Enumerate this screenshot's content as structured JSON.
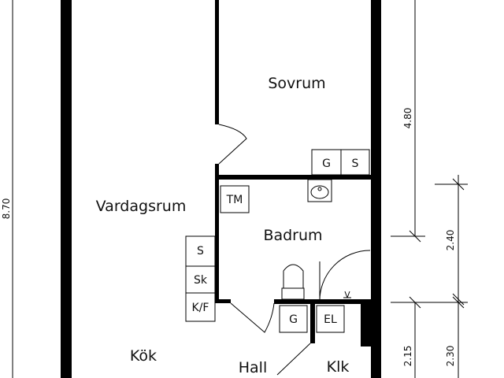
{
  "rooms": {
    "bedroom": "Sovrum",
    "living_room": "Vardagsrum",
    "bathroom": "Badrum",
    "kitchen": "Kök",
    "hall": "Hall",
    "closet": "Klk"
  },
  "fixtures": {
    "g_top": "G",
    "s_top": "S",
    "tm": "TM",
    "s_kitchen": "S",
    "sk": "Sk",
    "kf": "K/F",
    "g_hall": "G",
    "el": "EL"
  },
  "dimensions": {
    "total_height": "8.70",
    "bedroom_depth": "4.80",
    "bath_depth": "2.40",
    "hall_depth": "2.15",
    "hall_depth_outer": "2.30"
  }
}
